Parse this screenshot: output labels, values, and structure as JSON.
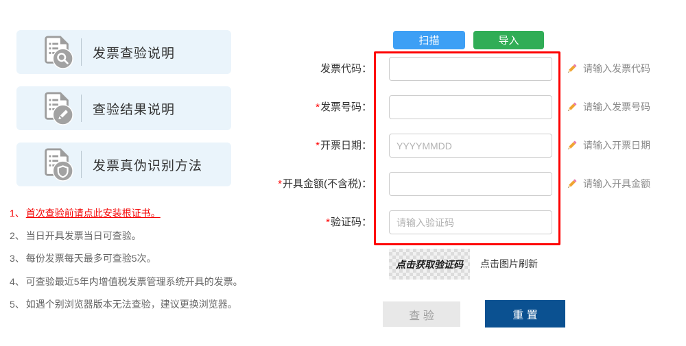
{
  "sidebar": {
    "cards": [
      {
        "label": "发票查验说明",
        "icon": "document-search-icon"
      },
      {
        "label": "查验结果说明",
        "icon": "document-edit-icon"
      },
      {
        "label": "发票真伪识别方法",
        "icon": "document-shield-icon"
      }
    ],
    "notes": [
      {
        "num": "1、",
        "text": "首次查验前请点此安装根证书。",
        "is_link": true
      },
      {
        "num": "2、",
        "text": "当日开具发票当日可查验。",
        "is_link": false
      },
      {
        "num": "3、",
        "text": "每份发票每天最多可查验5次。",
        "is_link": false
      },
      {
        "num": "4、",
        "text": "可查验最近5年内增值税发票管理系统开具的发票。",
        "is_link": false
      },
      {
        "num": "5、",
        "text": "如遇个别浏览器版本无法查验，建议更换浏览器。",
        "is_link": false
      }
    ]
  },
  "toolbar": {
    "scan_label": "扫描",
    "import_label": "导入"
  },
  "form": {
    "rows": [
      {
        "required": "",
        "label": "发票代码：",
        "placeholder": "",
        "hint": "请输入发票代码"
      },
      {
        "required": "*",
        "label": "发票号码：",
        "placeholder": "",
        "hint": "请输入发票号码"
      },
      {
        "required": "*",
        "label": "开票日期：",
        "placeholder": "YYYYMMDD",
        "hint": "请输入开票日期"
      },
      {
        "required": "*",
        "label": "开具金额(不含税)：",
        "placeholder": "",
        "hint": "请输入开具金额"
      },
      {
        "required": "*",
        "label": "验证码：",
        "placeholder": "请输入验证码",
        "hint": ""
      }
    ],
    "captcha": {
      "image_text": "点击获取验证码",
      "refresh_label": "点击图片刷新"
    },
    "buttons": {
      "check_label": "查 验",
      "reset_label": "重 置"
    }
  },
  "colors": {
    "scan_blue": "#3d9ff5",
    "import_green": "#30ad56",
    "reset_navy": "#0b5191",
    "highlight_red": "#fe0000",
    "link_red": "#f40000",
    "card_bg_blue": "#eaf4fb",
    "icon_gray": "#9d9d9d"
  }
}
